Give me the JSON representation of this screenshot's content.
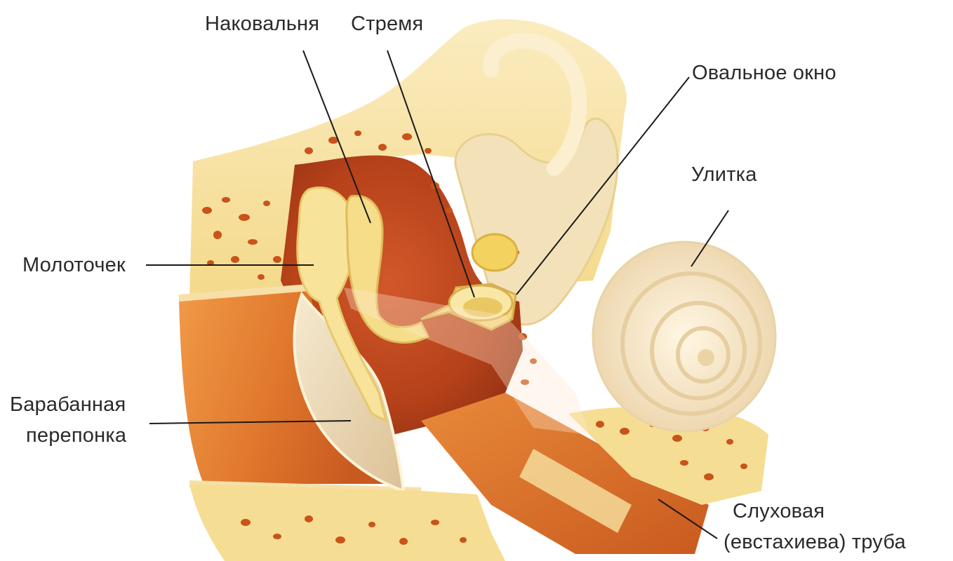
{
  "labels": {
    "incus": "Наковальня",
    "stapes": "Стремя",
    "oval_window": "Овальное окно",
    "cochlea": "Улитка",
    "malleus": "Молоточек",
    "eardrum_line1": "Барабанная",
    "eardrum_line2": "перепонка",
    "tube_line1": "Слуховая",
    "tube_line2": "(евстахиева) труба"
  },
  "colors": {
    "bone": "#f6dd94",
    "bone_light": "#fbe9b4",
    "bone_pore": "#c8541a",
    "cavity": "#b8441c",
    "canal": "#e0752a",
    "membrane": "#ecd9ad",
    "ossicle": "#f7e39a",
    "cochlea": "#f4e4c4",
    "label_text": "#2a2a2a",
    "leader_line": "#1a1a1a"
  }
}
